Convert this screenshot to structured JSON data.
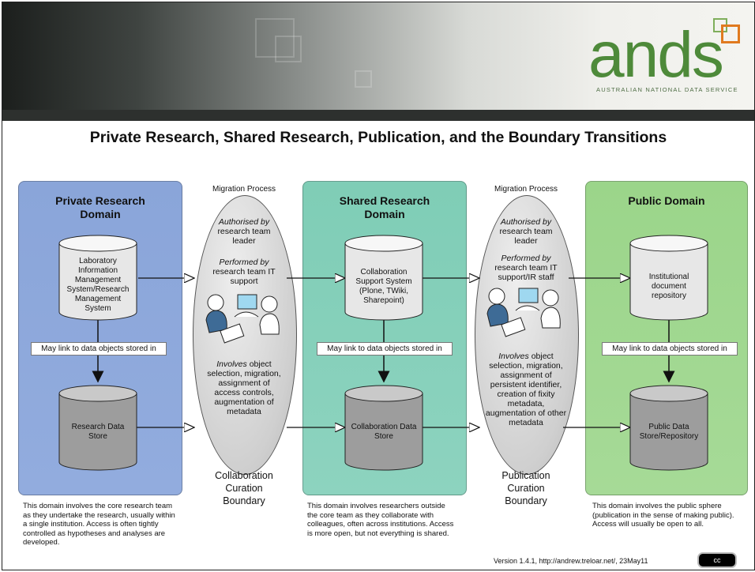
{
  "header": {
    "logo_word": "ands",
    "logo_subtitle": "AUSTRALIAN NATIONAL DATA SERVICE"
  },
  "title": "Private Research, Shared Research, Publication, and the Boundary Transitions",
  "domains": {
    "private": {
      "title": "Private Research Domain",
      "system": "Laboratory Information Management System/Research Management System",
      "store": "Research Data Store",
      "link_label": "May link to data objects stored in",
      "description": "This domain involves the core research team as they undertake the research, usually within a single institution. Access is often tightly controlled as hypotheses and analyses are developed."
    },
    "shared": {
      "title": "Shared Research Domain",
      "system": "Collaboration Support System (Plone, TWiki, Sharepoint)",
      "store": "Collaboration Data Store",
      "link_label": "May link to data objects stored in",
      "description": "This domain involves researchers outside the core team as they collaborate with colleagues, often across institutions. Access is more open, but not everything is shared."
    },
    "public": {
      "title": "Public Domain",
      "system": "Institutional document repository",
      "store": "Public Data Store/Repository",
      "link_label": "May link to data objects stored in",
      "description": "This domain involves the public sphere (publication in the sense of making public). Access will usually be open to all."
    }
  },
  "migrations": [
    {
      "label": "Migration Process",
      "authorised_heading": "Authorised by",
      "authorised_text": "research team leader",
      "performed_heading": "Performed by",
      "performed_text": "research team IT support",
      "involves_heading": "Involves",
      "involves_text": "object selection, migration, assignment of access controls, augmentation of metadata",
      "boundary": "Collaboration Curation Boundary"
    },
    {
      "label": "Migration Process",
      "authorised_heading": "Authorised by",
      "authorised_text": "research team leader",
      "performed_heading": "Performed by",
      "performed_text": "research team IT support/IR staff",
      "involves_heading": "Involves",
      "involves_text": "object selection, migration, assignment of persistent identifier, creation of fixity metadata, augmentation of other metadata",
      "boundary": "Publication Curation Boundary"
    }
  ],
  "footer": {
    "version": "Version 1.4.1, http://andrew.treloar.net/, 23May11",
    "license_badge": "cc"
  },
  "colors": {
    "private_domain": "#8fa9dc",
    "shared_domain": "#86d0bb",
    "public_domain": "#a0d791",
    "logo_green": "#4e8a3a",
    "logo_orange": "#e07a1f"
  }
}
